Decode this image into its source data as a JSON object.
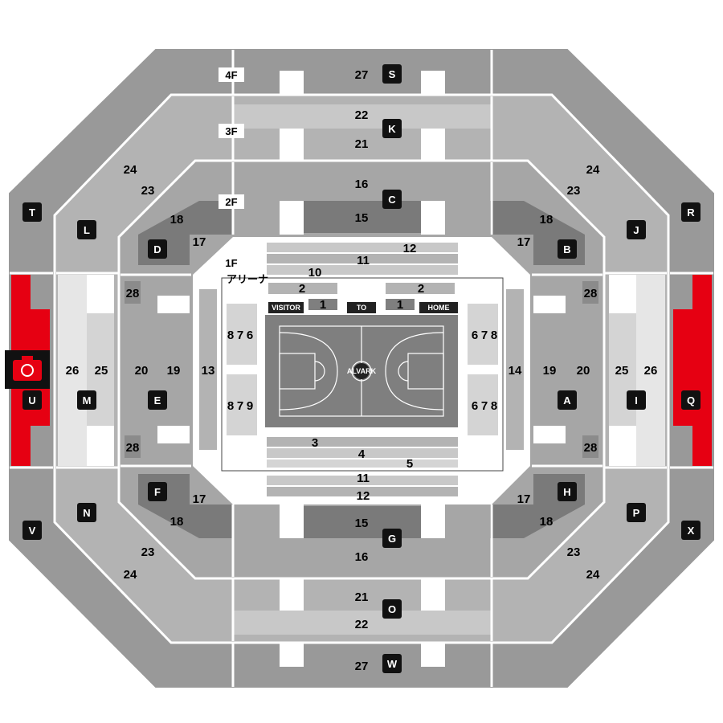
{
  "colors": {
    "outer": "#999999",
    "ring3": "#b3b3b3",
    "ring3_light": "#c8c8c8",
    "ring2": "#a6a6a6",
    "ring2_dark": "#7a7a7a",
    "side_light": "#e6e6e6",
    "side_mid": "#d4d4d4",
    "accent_red": "#e60012",
    "court": "#7f7f7f",
    "court_line": "#ffffff",
    "block_bg": "#111111"
  },
  "floors": {
    "f4": "4F",
    "f3": "3F",
    "f2": "2F",
    "f1": "1F",
    "arena": "アリーナ"
  },
  "court_labels": {
    "visitor": "VISITOR",
    "to": "TO",
    "home": "HOME",
    "logo": "ALVARK"
  },
  "blocks": {
    "A": "A",
    "B": "B",
    "C": "C",
    "D": "D",
    "E": "E",
    "F": "F",
    "G": "G",
    "H": "H",
    "I": "I",
    "J": "J",
    "K": "K",
    "L": "L",
    "M": "M",
    "N": "N",
    "O": "O",
    "P": "P",
    "Q": "Q",
    "R": "R",
    "S": "S",
    "T": "T",
    "U": "U",
    "V": "V",
    "W": "W",
    "X": "X"
  },
  "rows": {
    "r1": "1",
    "r2": "2",
    "r3": "3",
    "r4": "4",
    "r5": "5",
    "r6": "6",
    "r7": "7",
    "r8": "8",
    "r9": "9",
    "r10": "10",
    "r11": "11",
    "r12": "12",
    "r13": "13",
    "r14": "14",
    "r15": "15",
    "r16": "16",
    "r17": "17",
    "r18": "18",
    "r19": "19",
    "r20": "20",
    "r21": "21",
    "r22": "22",
    "r23": "23",
    "r24": "24",
    "r25": "25",
    "r26": "26",
    "r27": "27",
    "r28": "28"
  },
  "icons": {
    "camera": "camera-icon"
  }
}
